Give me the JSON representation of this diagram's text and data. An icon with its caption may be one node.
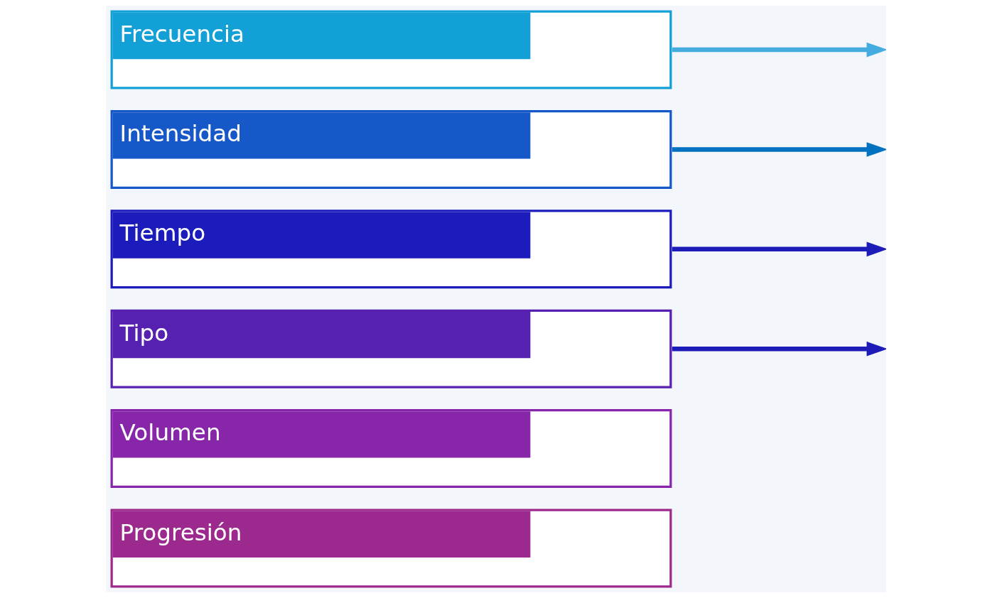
{
  "diagram": {
    "nodes": [
      {
        "text": [
          "Frecuencia"
        ]
      },
      {
        "text": [
          "Intensidad"
        ]
      },
      {
        "text": [
          "Tiempo"
        ]
      },
      {
        "text": [
          "Tipo"
        ]
      },
      {
        "text": [
          "Volumen"
        ]
      },
      {
        "text": [
          "Progresión"
        ]
      }
    ],
    "edges": [
      {
        "from": 0,
        "to": null,
        "arrow": "to",
        "color": "#45acdf"
      },
      {
        "from": 1,
        "to": null,
        "arrow": "to",
        "color": "#0072c0"
      },
      {
        "from": 2,
        "to": null,
        "arrow": "to",
        "color": "#1e1cb8"
      },
      {
        "from": 3,
        "to": null,
        "arrow": "to",
        "color": "#1e1cb8"
      }
    ]
  }
}
